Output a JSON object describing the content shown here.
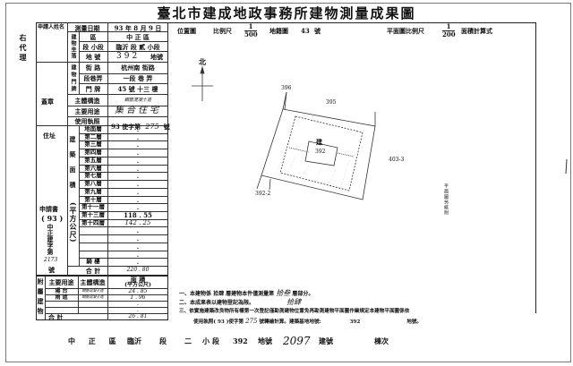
{
  "title": "臺北市建成地政事務所建物測量成果圖",
  "left_margin": {
    "agent": "右代理",
    "seal": "蓋章",
    "address": "住址",
    "application": "申請書",
    "application_year": "( 93 )",
    "application_no_label": "中正建字第",
    "application_no": "2173",
    "application_no_suffix": "號"
  },
  "form": {
    "applicant_label": "申請人姓名",
    "survey_date_label": "測量日期",
    "survey_date": "93 年 8 月 9 日",
    "location_group": "建物坐落",
    "district_label": "區",
    "district": "中 正 區",
    "section_label": "段 小段",
    "section": "臨沂 段 貳 小段",
    "lot_label": "地 號",
    "lot": "392",
    "lot_suffix": "地號",
    "doorplate_group": "建物門牌",
    "street_label": "街 路",
    "street": "杭州南 街路",
    "lane_label": "段巷弄",
    "lane": "一段 巷 弄",
    "number_label": "門 牌",
    "number": "45 號 十三 樓",
    "structure_label": "主體構造",
    "structure": "鋼筋混凝土造",
    "use_label": "主要用途",
    "use": "集合住宅",
    "permit_label": "使用執照",
    "permit_prefix": "93 使字第",
    "permit_no": "275",
    "permit_suffix": "號",
    "area_group": "建築面積",
    "area_unit": "(平方公尺)",
    "floors": [
      {
        "label": "地面層",
        "value": "."
      },
      {
        "label": "第二層",
        "value": "."
      },
      {
        "label": "第三層",
        "value": "."
      },
      {
        "label": "第四層",
        "value": "."
      },
      {
        "label": "第五層",
        "value": "."
      },
      {
        "label": "第六層",
        "value": "."
      },
      {
        "label": "第七層",
        "value": "."
      },
      {
        "label": "第八層",
        "value": "."
      },
      {
        "label": "第九層",
        "value": "."
      },
      {
        "label": "第十層",
        "value": "."
      },
      {
        "label": "第十一層",
        "value": "."
      },
      {
        "label": "第十三層",
        "value": "118 . 55"
      },
      {
        "label": "第十四層",
        "value": "142 . 25"
      },
      {
        "label": "",
        "value": "."
      },
      {
        "label": "",
        "value": "."
      },
      {
        "label": "",
        "value": "."
      },
      {
        "label": "",
        "value": "."
      },
      {
        "label": "騎 樓",
        "value": "."
      }
    ],
    "total_label": "合 計",
    "total": "220 . 80"
  },
  "attached": {
    "group_label": "附屬建物",
    "use_header": "主要用途",
    "structure_header": "主體構造",
    "area_header": "面 積",
    "area_unit": "(平方公尺)",
    "rows": [
      {
        "use": "陽 台",
        "structure": "鋼筋混凝土造",
        "area": "24 . 85"
      },
      {
        "use": "雨 遮",
        "structure": "鋼筋混凝土造",
        "area": "1 . 96"
      },
      {
        "use": "",
        "structure": "",
        "area": "."
      },
      {
        "use": "",
        "structure": "",
        "area": "."
      }
    ],
    "total_label": "合 計",
    "total": "26 . 81"
  },
  "map_header": {
    "location_map": "位置圖",
    "scale_label": "比例尺",
    "scale_num": "1",
    "scale_den": "500",
    "cadastral_label": "地籍圖",
    "cadastral_no": "43",
    "cadastral_suffix": "號",
    "plan_scale_label": "平面圖比例尺",
    "plan_scale_num": "1",
    "plan_scale_den": "200",
    "area_calc_label": "面積計算式"
  },
  "site_plan": {
    "north": "北",
    "parcels": {
      "p396": "396",
      "p395": "395",
      "p403_3": "403-3",
      "p392_2": "392-2",
      "p392": "392"
    },
    "building_mark": "建",
    "plan_note": "平面圖另紙附"
  },
  "notes": {
    "line1_a": "一、本建物係 拾肆 層建物本件僅測量第",
    "line1_hand": "拾叁",
    "line1_b": "層部分。",
    "line2": "二、本成果表以建物登記為限。",
    "line2_hand": "拾肆",
    "line3": "三、依實施建築改良物所有權第一次登記僅勘測建物位置免再勘測建物平面圖作業規定本建物平面圖係依",
    "line4_a": "使用執照( 93 )使字第",
    "line4_hand": "275",
    "line4_b": "號轉繪計算。建築基地地號:",
    "line4_lot": "392",
    "line4_c": "地號。"
  },
  "footer": {
    "district": "中 正 區",
    "section": "臨沂",
    "section_label": "段",
    "subsection": "二",
    "subsection_label": "小段",
    "lot": "392",
    "lot_label": "地號",
    "building_no": "2097",
    "building_no_label": "建號",
    "unit_label": "棟次"
  }
}
